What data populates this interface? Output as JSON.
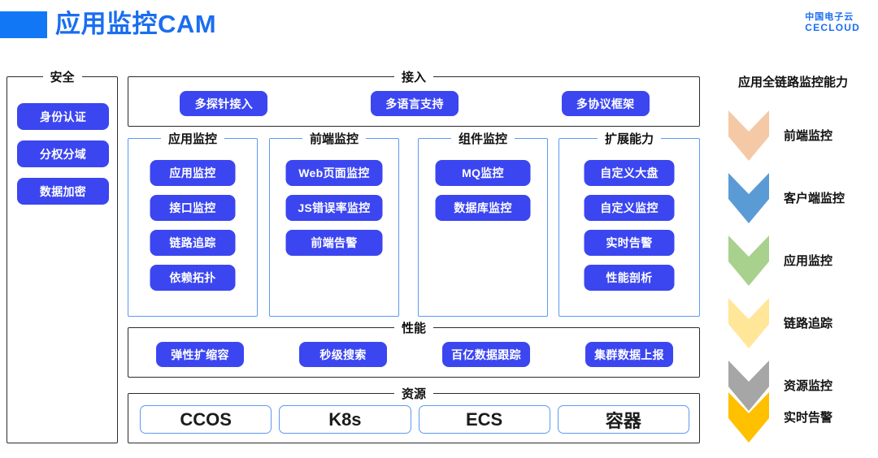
{
  "header": {
    "title": "应用监控CAM",
    "logo_cn": "中国电子云",
    "logo_en": "CECLOUD",
    "accent_blue": "#1177f5",
    "title_blue": "#1a6ef0"
  },
  "security": {
    "title": "安全",
    "items": [
      {
        "label": "身份认证"
      },
      {
        "label": "分权分域"
      },
      {
        "label": "数据加密"
      }
    ]
  },
  "access": {
    "title": "接入",
    "items": [
      {
        "label": "多探针接入"
      },
      {
        "label": "多语言支持"
      },
      {
        "label": "多协议框架"
      }
    ]
  },
  "columns": [
    {
      "id": "col-app",
      "title": "应用监控",
      "items": [
        {
          "label": "应用监控"
        },
        {
          "label": "接口监控"
        },
        {
          "label": "链路追踪"
        },
        {
          "label": "依赖拓扑"
        }
      ]
    },
    {
      "id": "col-front",
      "title": "前端监控",
      "items": [
        {
          "label": "Web页面监控"
        },
        {
          "label": "JS错误率监控"
        },
        {
          "label": "前端告警"
        }
      ]
    },
    {
      "id": "col-comp",
      "title": "组件监控",
      "items": [
        {
          "label": "MQ监控"
        },
        {
          "label": "数据库监控"
        }
      ]
    },
    {
      "id": "col-ext",
      "title": "扩展能力",
      "items": [
        {
          "label": "自定义大盘"
        },
        {
          "label": "自定义监控"
        },
        {
          "label": "实时告警"
        },
        {
          "label": "性能剖析"
        }
      ]
    }
  ],
  "performance": {
    "title": "性能",
    "items": [
      {
        "label": "弹性扩缩容"
      },
      {
        "label": "秒级搜索"
      },
      {
        "label": "百亿数据跟踪"
      },
      {
        "label": "集群数据上报"
      }
    ]
  },
  "resource": {
    "title": "资源",
    "items": [
      {
        "label": "CCOS"
      },
      {
        "label": "K8s"
      },
      {
        "label": "ECS"
      },
      {
        "label": "容器"
      }
    ]
  },
  "capabilities": {
    "title": "应用全链路监控能力",
    "items": [
      {
        "label": "前端监控",
        "color": "#f5c9a6"
      },
      {
        "label": "客户端监控",
        "color": "#5b9bd5"
      },
      {
        "label": "应用监控",
        "color": "#a9d18e"
      },
      {
        "label": "链路追踪",
        "color": "#ffe699"
      },
      {
        "label": "资源监控",
        "color": "#a6a6a6"
      },
      {
        "label": "实时告警",
        "color": "#ffc000"
      }
    ]
  },
  "theme": {
    "pill_fill": "#3b46f0",
    "panel_border": "#5b9bf0",
    "panel_border_dark": "#2b2b2b",
    "text_dark": "#111111"
  }
}
